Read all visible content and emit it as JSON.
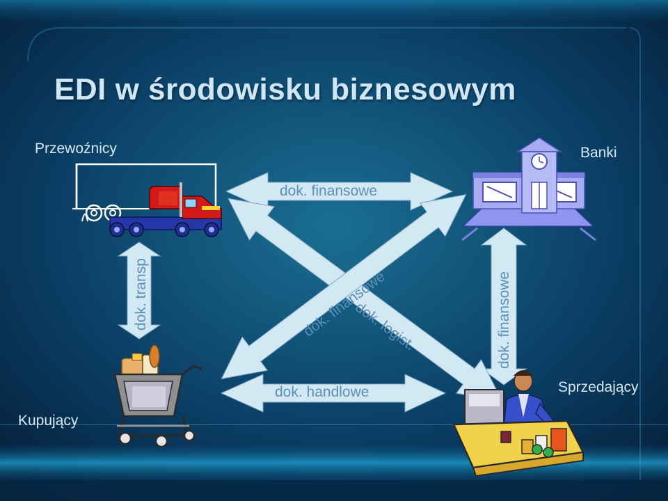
{
  "title": "EDI w środowisku biznesowym",
  "nodes": {
    "carriers": "Przewoźnicy",
    "banks": "Banki",
    "buyers": "Kupujący",
    "sellers": "Sprzedający"
  },
  "arrows": {
    "top": "dok. finansowe",
    "left": "dok. transp",
    "right": "dok. finansowe",
    "bottom": "dok. handlowe",
    "diag_up": "dok. finansowe",
    "diag_down": "dok. logist."
  },
  "colors": {
    "background": "#062a4a",
    "arrow_fill": "#d2e9f4",
    "arrow_text": "#5d8eb8",
    "title": "#cfe6f6"
  }
}
